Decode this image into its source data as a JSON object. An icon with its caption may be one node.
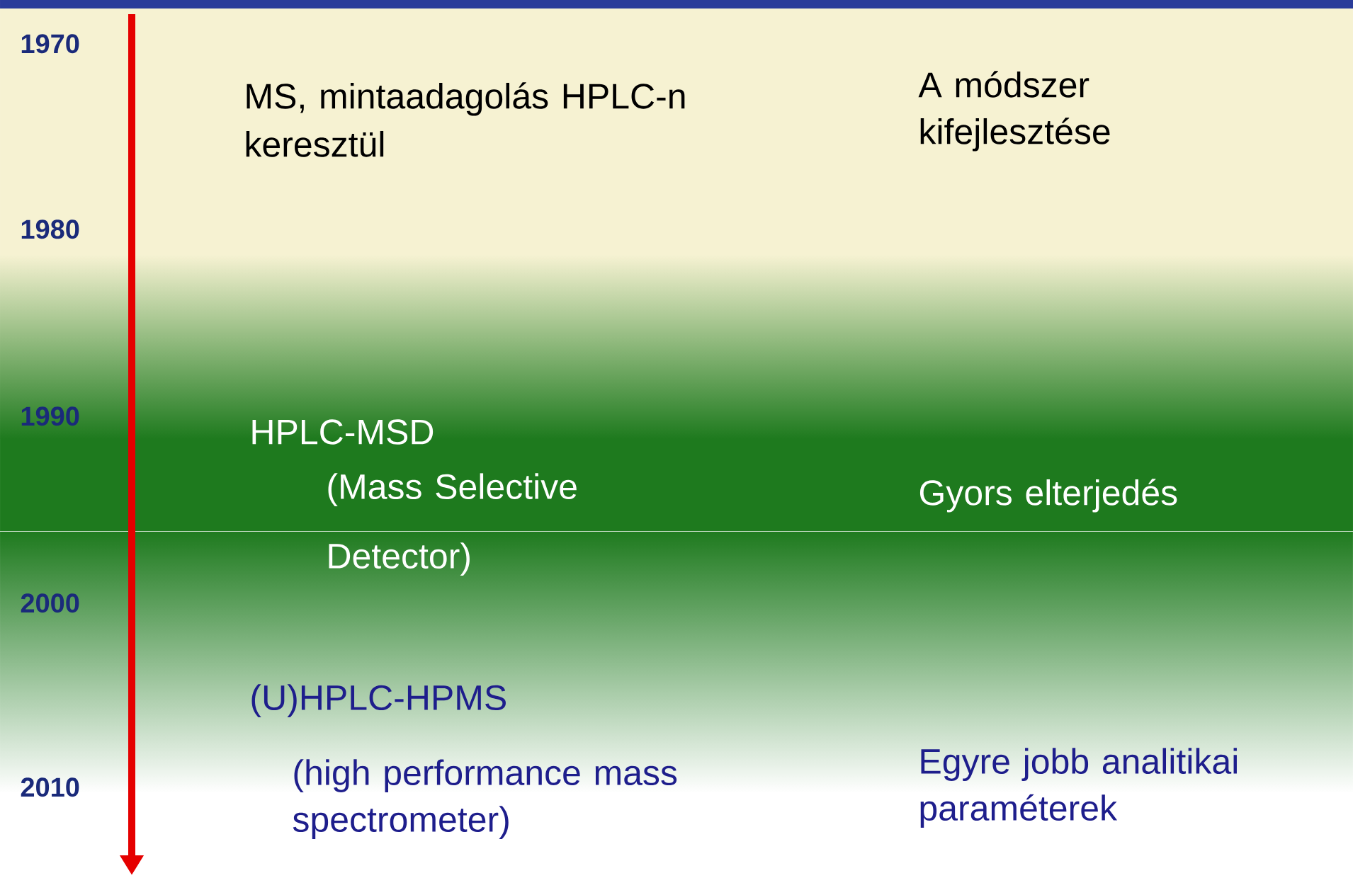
{
  "diagram": {
    "labels": [
      "1970",
      "MS, mintaadagolás HPLC-n keresztül",
      "A módszer kifejlesztése",
      "1980",
      "1990",
      "HPLC-MSD",
      "(Mass Selective Detector)",
      "Gyors elterjedés",
      "2000",
      "(U)HPLC-HPMS",
      "2010",
      "(high performance mass spectrometer)",
      "Egyre jobb analitikai paraméterek"
    ]
  }
}
